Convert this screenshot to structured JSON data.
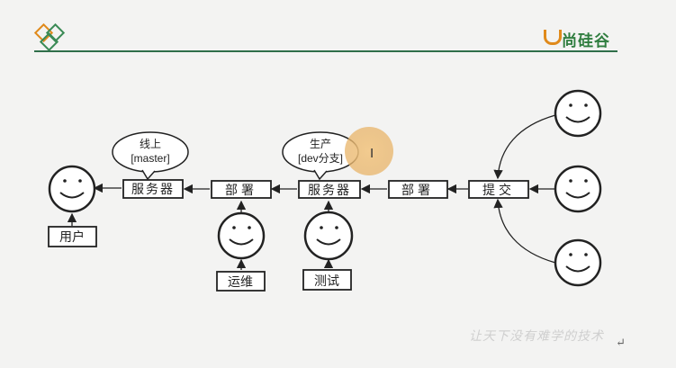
{
  "brand": {
    "name": "尚硅谷",
    "logo_icon": "diamond-logo-icon",
    "accent": "#3a8a55",
    "brand_color": "#2f7d3f",
    "orange": "#e08a1b"
  },
  "diagram": {
    "nodes": {
      "server_prod": "服务器",
      "deploy_1": "部署",
      "server_dev": "服务器",
      "deploy_2": "部署",
      "commit": "提交",
      "user": "用户",
      "ops": "运维",
      "test": "测试"
    },
    "bubbles": {
      "prod_line1": "线上",
      "prod_line2": "[master]",
      "dev_line1": "生产",
      "dev_line2": "[dev分支]"
    },
    "faces": [
      "user-face",
      "ops-face",
      "test-face",
      "dev-face-top",
      "dev-face-middle",
      "dev-face-bottom"
    ]
  },
  "footer": {
    "watermark": "让天下没有难学的技术",
    "enter_symbol": "↵"
  },
  "cursor": "I"
}
